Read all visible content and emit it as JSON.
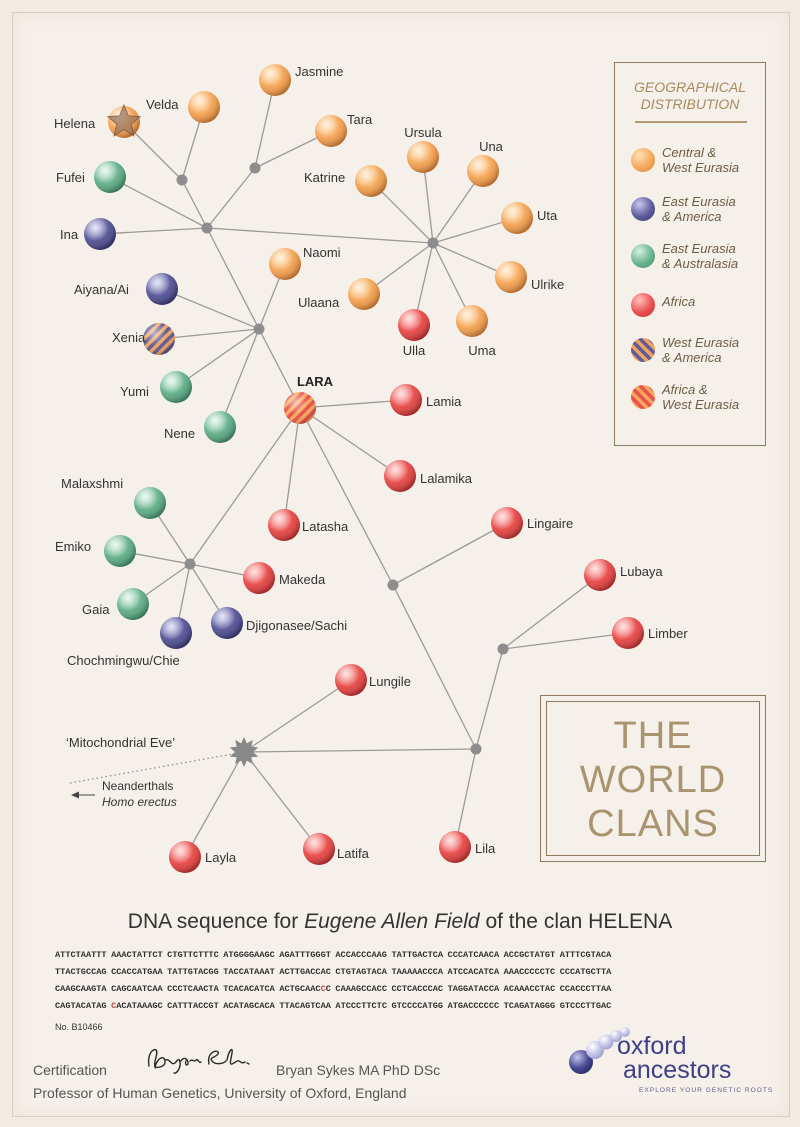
{
  "legend": {
    "title_line1": "GEOGRAPHICAL",
    "title_line2": "DISTRIBUTION",
    "items": [
      {
        "key": "central-west-eurasia",
        "line1": "Central &",
        "line2": "West Eurasia"
      },
      {
        "key": "east-eurasia-america",
        "line1": "East Eurasia",
        "line2": "& America"
      },
      {
        "key": "east-eurasia-australasia",
        "line1": "East Eurasia",
        "line2": "& Australasia"
      },
      {
        "key": "africa",
        "line1": "Africa",
        "line2": ""
      },
      {
        "key": "west-eurasia-america",
        "line1": "West Eurasia",
        "line2": "& America"
      },
      {
        "key": "africa-west-eurasia",
        "line1": "Africa &",
        "line2": "West Eurasia"
      }
    ]
  },
  "colors": {
    "central-west-eurasia": "#f5a85a",
    "east-eurasia-america": "#5d5c9c",
    "east-eurasia-australasia": "#69b38f",
    "africa": "#e9504f",
    "west-eurasia-america-a": "#5d5c9c",
    "west-eurasia-america-b": "#f2a25a",
    "africa-west-eurasia-a": "#e9504f",
    "africa-west-eurasia-b": "#f5a85a",
    "branch": "#9a9a9a",
    "text_accent": "#a8956f"
  },
  "clans": [
    {
      "name": "Jasmine",
      "region": "central-west-eurasia"
    },
    {
      "name": "Velda",
      "region": "central-west-eurasia"
    },
    {
      "name": "Helena",
      "region": "central-west-eurasia"
    },
    {
      "name": "Tara",
      "region": "central-west-eurasia"
    },
    {
      "name": "Fufei",
      "region": "east-eurasia-australasia"
    },
    {
      "name": "Ina",
      "region": "east-eurasia-america"
    },
    {
      "name": "Ursula",
      "region": "central-west-eurasia"
    },
    {
      "name": "Una",
      "region": "central-west-eurasia"
    },
    {
      "name": "Katrine",
      "region": "central-west-eurasia"
    },
    {
      "name": "Uta",
      "region": "central-west-eurasia"
    },
    {
      "name": "Ulrike",
      "region": "central-west-eurasia"
    },
    {
      "name": "Uma",
      "region": "central-west-eurasia"
    },
    {
      "name": "Ulla",
      "region": "africa"
    },
    {
      "name": "Ulaana",
      "region": "central-west-eurasia"
    },
    {
      "name": "Naomi",
      "region": "central-west-eurasia"
    },
    {
      "name": "Aiyana/Ai",
      "region": "east-eurasia-america"
    },
    {
      "name": "Xenia",
      "region": "west-eurasia-america"
    },
    {
      "name": "Yumi",
      "region": "east-eurasia-australasia"
    },
    {
      "name": "Nene",
      "region": "east-eurasia-australasia"
    },
    {
      "name": "LARA",
      "region": "africa-west-eurasia"
    },
    {
      "name": "Lamia",
      "region": "africa"
    },
    {
      "name": "Lalamika",
      "region": "africa"
    },
    {
      "name": "Latasha",
      "region": "africa"
    },
    {
      "name": "Malaxshmi",
      "region": "east-eurasia-australasia"
    },
    {
      "name": "Emiko",
      "region": "east-eurasia-australasia"
    },
    {
      "name": "Makeda",
      "region": "africa"
    },
    {
      "name": "Gaia",
      "region": "east-eurasia-australasia"
    },
    {
      "name": "Djigonasee/Sachi",
      "region": "east-eurasia-america"
    },
    {
      "name": "Chochmingwu/Chie",
      "region": "east-eurasia-america"
    },
    {
      "name": "Lingaire",
      "region": "africa"
    },
    {
      "name": "Lubaya",
      "region": "africa"
    },
    {
      "name": "Limber",
      "region": "africa"
    },
    {
      "name": "Lungile",
      "region": "africa"
    },
    {
      "name": "Layla",
      "region": "africa"
    },
    {
      "name": "Latifa",
      "region": "africa"
    },
    {
      "name": "Lila",
      "region": "africa"
    }
  ],
  "root": {
    "label": "‘Mitochondrial Eve’"
  },
  "outgroup": {
    "line1": "Neanderthals",
    "line2": "Homo erectus"
  },
  "title": {
    "line1": "THE",
    "line2": "WORLD",
    "line3": "CLANS"
  },
  "dna": {
    "heading_prefix": "DNA sequence for",
    "heading_name": "Eugene Allen Field",
    "heading_suffix": "of the clan HELENA",
    "rows": [
      [
        "ATTCTAATTT",
        "AAACTATTCT",
        "CTGTTCTTTC",
        "ATGGGGAAGC",
        "AGATTTGGGT",
        "ACCACCCAAG",
        "TATTGACTCA",
        "CCCATCAACA",
        "ACCGCTATGT",
        "ATTTCGTACA"
      ],
      [
        "TTACTGCCAG",
        "CCACCATGAA",
        "TATTGTACGG",
        "TACCATAAAT",
        "ACTTGACCAC",
        "CTGTAGTACA",
        "TAAAAACCCA",
        "ATCCACATCA",
        "AAACCCCCTC",
        "CCCATGCTTA"
      ],
      [
        "CAAGCAAGTA",
        "CAGCAATCAA",
        "CCCTCAACTA",
        "TCACACATCA",
        "ACTGCAACCC",
        "CAAAGCCACC",
        "CCTCACCCAC",
        "TAGGATACCA",
        "ACAAACCTAC",
        "CCACCCTTAA"
      ],
      [
        "CAGTACATAG",
        "CACATAAAGC",
        "CATTTACCGT",
        "ACATAGCACA",
        "TTACAGTCAA",
        "ATCCCTTCTC",
        "GTCCCCATGG",
        "ATGACCCCCC",
        "TCAGATAGGG",
        "GTCCCTTGAC"
      ]
    ],
    "cert_no": "No. B10466"
  },
  "footer": {
    "certification": "Certification",
    "name": "Bryan Sykes MA PhD DSc",
    "position": "Professor of Human Genetics, University of Oxford, England"
  },
  "logo": {
    "line1": "oxford",
    "line2": "ancestors",
    "tagline": "EXPLORE YOUR GENETIC ROOTS"
  }
}
